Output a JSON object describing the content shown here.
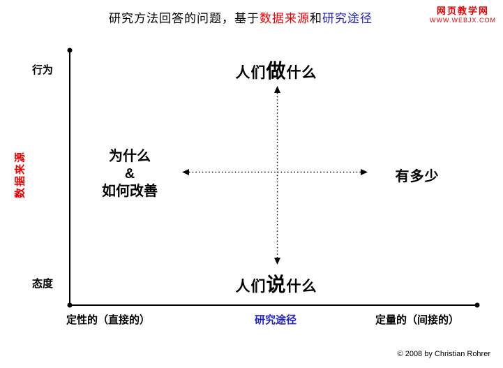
{
  "colors": {
    "red": "#ee0000",
    "blue": "#2222cc",
    "axis": "#000000"
  },
  "title": {
    "part1": "研究方法回答的问题，基于",
    "highlight1": "数据来源",
    "part2": "和",
    "highlight2": "研究途径"
  },
  "watermark": {
    "site_name": "网页教学网",
    "site_url": "www.webjx.com"
  },
  "y_axis": {
    "title": "数据来源",
    "top_label": "行为",
    "bottom_label": "态度"
  },
  "x_axis": {
    "title": "研究途径",
    "left_label": "定性的（直接的）",
    "right_label": "定量的（间接的）"
  },
  "quadrants": {
    "top": {
      "prefix": "人们",
      "emphasis": "做",
      "suffix": "什么"
    },
    "bottom": {
      "prefix": "人们",
      "emphasis": "说",
      "suffix": "什么"
    },
    "left": {
      "line1": "为什么",
      "line2": "&",
      "line3": "如何改善"
    },
    "right": {
      "label": "有多少"
    }
  },
  "footer": {
    "copyright": "© 2008 by Christian Rohrer"
  }
}
